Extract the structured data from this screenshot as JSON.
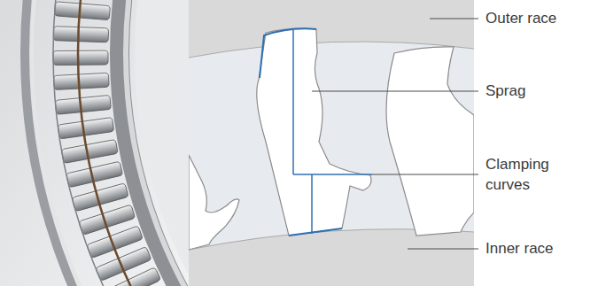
{
  "diagram": {
    "labels": [
      "Outer race",
      "Sprag",
      "Clamping curves",
      "Inner race"
    ]
  }
}
